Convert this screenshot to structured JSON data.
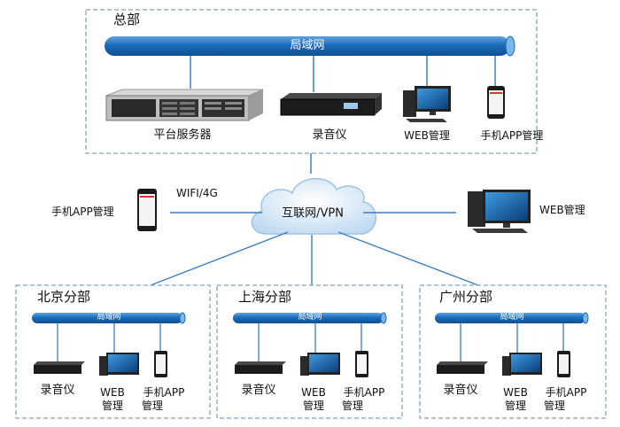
{
  "hq": {
    "title": "总部",
    "lan": "局域网",
    "server": "平台服务器",
    "recorder": "录音仪",
    "web": "WEB管理",
    "app": "手机APP管理"
  },
  "internet": {
    "cloud": "互联网/VPN",
    "wifi": "WIFI/4G",
    "app": "手机APP管理",
    "web": "WEB管理"
  },
  "branches": [
    {
      "title": "北京分部",
      "lan": "局域网",
      "recorder": "录音仪",
      "web_line1": "WEB",
      "web_line2": "管理",
      "app_line1": "手机APP",
      "app_line2": "管理"
    },
    {
      "title": "上海分部",
      "lan": "局域网",
      "recorder": "录音仪",
      "web_line1": "WEB",
      "web_line2": "管理",
      "app_line1": "手机APP",
      "app_line2": "管理"
    },
    {
      "title": "广州分部",
      "lan": "局域网",
      "recorder": "录音仪",
      "web_line1": "WEB",
      "web_line2": "管理",
      "app_line1": "手机APP",
      "app_line2": "管理"
    }
  ],
  "colors": {
    "lan": "#1e6fb8",
    "frame": "#7fa3c4",
    "link": "#3f7fbf",
    "cloud": "#d8e9f7"
  }
}
